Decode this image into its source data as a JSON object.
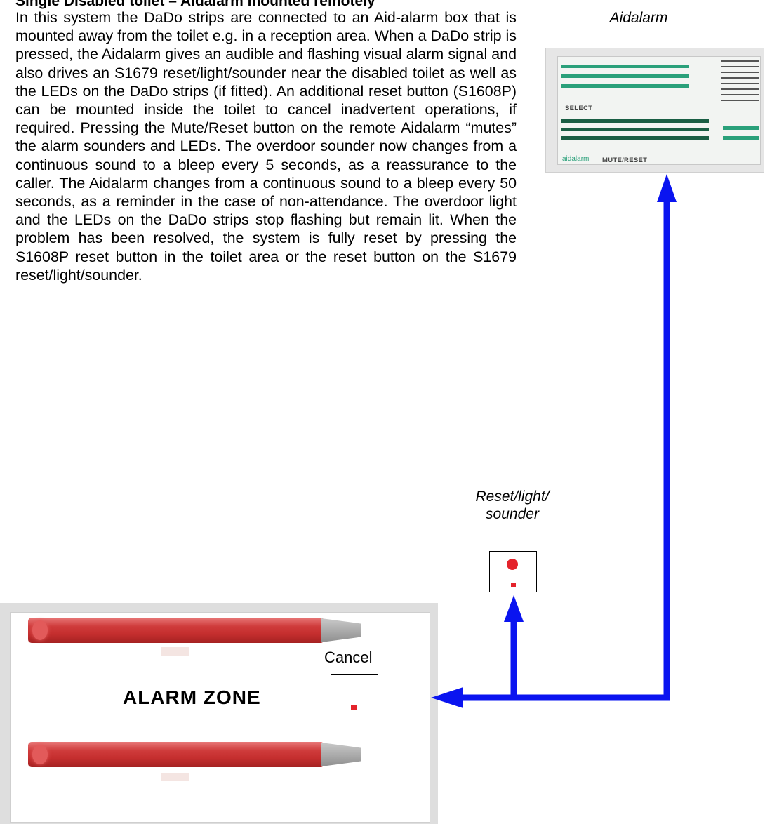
{
  "heading": "Single Disabled toilet – Aidalarm mounted remotely",
  "paragraph": "In this system the DaDo strips are connected to an Aid-alarm box that is mounted away from the toilet e.g. in a reception area. When a DaDo strip is pressed, the Aidalarm gives an audible and flashing visual alarm signal and also drives an S1679 reset/light/sounder near the disabled toilet as well as the LEDs on the DaDo strips (if fitted). An additional reset button (S1608P) can be mounted inside the toilet to cancel inadvertent operations, if required. Pressing the Mute/Reset button on the remote Aidalarm “mutes” the alarm sounders and LEDs. The overdoor sounder now changes from a continuous sound to a bleep every 5 seconds, as a reassurance to the caller. The Aidalarm changes from a continuous sound to a bleep every 50 seconds, as a reminder in the case of non-attendance. The overdoor light and the LEDs on the DaDo strips stop flashing but remain lit. When the problem has been resolved, the system is fully reset by pressing the S1608P reset button in the toilet area or the reset button on the S1679 reset/light/sounder.",
  "diagram": {
    "aidalarm_caption": "Aidalarm",
    "aidalarm_select_label": "SELECT",
    "aidalarm_mute_label": "MUTE/RESET",
    "aidalarm_brand": "aidalarm",
    "rls_caption_line1": "Reset/light/",
    "rls_caption_line2": "sounder",
    "cancel_label": "Cancel",
    "zone_label": "ALARM  ZONE",
    "colors": {
      "wire": "#0a14f0",
      "alarm_red": "#e4232b",
      "aidalarm_green": "#2aa07a"
    }
  }
}
